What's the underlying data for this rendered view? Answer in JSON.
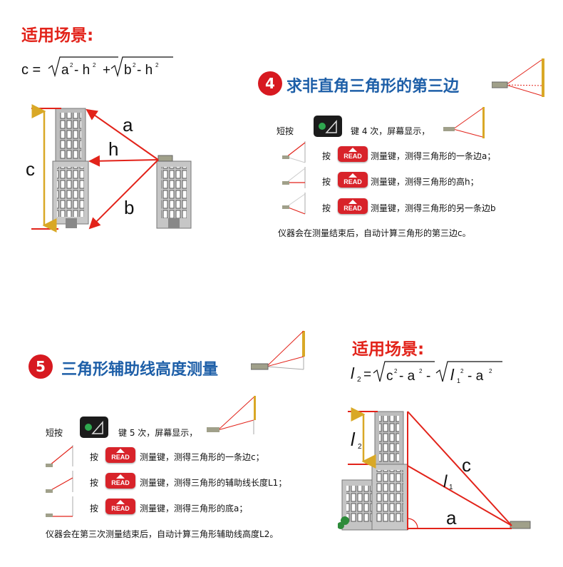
{
  "top_left": {
    "heading": "适用场景:",
    "formula": "c =√a²- h² +√b²- h²",
    "labels": {
      "a": "a",
      "h": "h",
      "b": "b",
      "c": "c"
    }
  },
  "step4": {
    "number": "4",
    "title": "求非直角三角形的第三边",
    "press_label": "短按",
    "press_suffix": "键 4 次，屏幕显示，",
    "rows": [
      {
        "press": "按",
        "action": "测量键，测得三角形的一条边a；"
      },
      {
        "press": "按",
        "action": "测量键，测得三角形的高h；"
      },
      {
        "press": "按",
        "action": "测量键，测得三角形的另一条边b"
      }
    ],
    "footer": "仪器会在测量结束后，自动计算三角形的第三边c。"
  },
  "step5": {
    "number": "5",
    "title": "三角形辅助线高度测量",
    "press_label": "短按",
    "press_suffix": "键 5 次，屏幕显示，",
    "rows": [
      {
        "press": "按",
        "action": "测量键，测得三角形的一条边c；"
      },
      {
        "press": "按",
        "action": "测量键，测得三角形的辅助线长度L1；"
      },
      {
        "press": "按",
        "action": "测量键，测得三角形的底a；"
      }
    ],
    "footer": "仪器会在第三次测量结束后，自动计算三角形辅助线高度L2。"
  },
  "bottom_right": {
    "heading": "适用场景:",
    "formula": "l2 =√c²- a² -√l1²- a²",
    "labels": {
      "l2": "l",
      "l2_sub": "2",
      "l1": "l",
      "l1_sub": "1",
      "c": "c",
      "a": "a"
    }
  },
  "buttons": {
    "read_label": "READ"
  },
  "icons": {
    "mode_key": "triangle-mode-key-icon",
    "read_key": "read-button-icon",
    "laser_meter": "laser-meter-icon"
  },
  "colors": {
    "accent_red": "#e2231a",
    "title_blue": "#1e5fa8",
    "dimension_gold": "#d9a826",
    "laser_red": "#e2231a"
  }
}
